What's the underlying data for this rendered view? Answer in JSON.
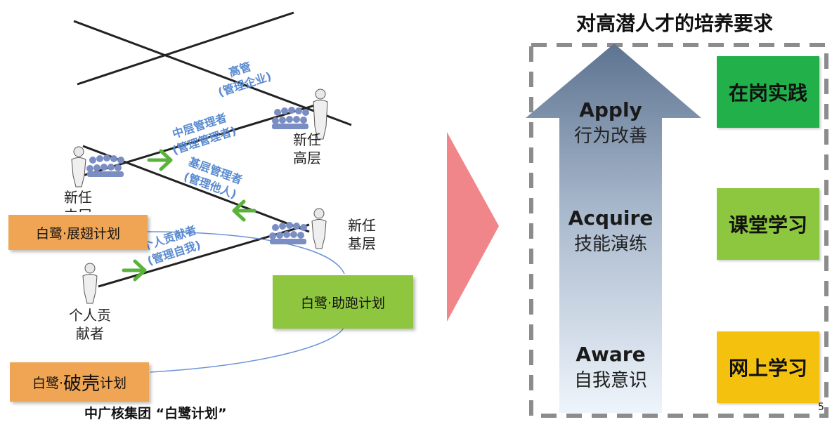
{
  "left": {
    "role_labels": {
      "senior_exec": "高管",
      "senior_exec_sub": "(管理企业)",
      "middle_manager": "中层管理者",
      "middle_manager_sub": "(管理管理者)",
      "base_manager": "基层管理者",
      "base_manager_sub": "(管理他人)",
      "individual": "个人贡献者",
      "individual_sub": "(管理自我)"
    },
    "people_labels": {
      "new_senior_line1": "新任",
      "new_senior_line2": "高层",
      "new_middle_line1": "新任",
      "new_middle_line2": "中层",
      "new_base_line1": "新任",
      "new_base_line2": "基层",
      "individual_line1": "个人贡",
      "individual_line2": "献者"
    },
    "plans": {
      "zhanchi": "白鹭·展翅计划",
      "zhupao": "白鹭·助跑计划",
      "poke_prefix": "白鹭·",
      "poke_big": "破壳",
      "poke_suffix": "计划"
    },
    "caption": "中广核集团 “白鹭计划”"
  },
  "right": {
    "title": "对高潜人才的培养要求",
    "stages": [
      {
        "en": "Apply",
        "cn": "行为改善"
      },
      {
        "en": "Acquire",
        "cn": "技能演练"
      },
      {
        "en": "Aware",
        "cn": "自我意识"
      }
    ],
    "methods": [
      "在岗实践",
      "课堂学习",
      "网上学习"
    ],
    "page_number": "5"
  },
  "colors": {
    "orange_plan": "#f0a555",
    "green_plan": "#8fc63f",
    "method_dark_green": "#22b04b",
    "method_light_green": "#8dc63f",
    "method_yellow": "#f4c20e",
    "role_blue": "#5b8bd0",
    "arrow_green": "#59b33b",
    "pink_arrow": "#f0868a",
    "big_arrow_top": "#5d7390",
    "big_arrow_bottom": "#eef4fb"
  }
}
